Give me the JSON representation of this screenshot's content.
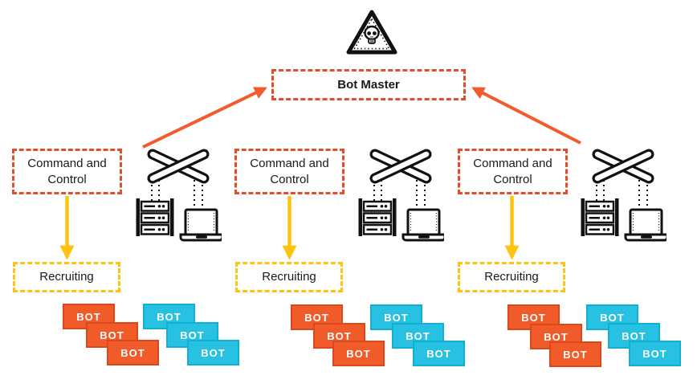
{
  "diagram": {
    "bot_master_label": "Bot Master",
    "bot_label": "BOT",
    "sections": [
      {
        "name": "left",
        "command_control_label": "Command and Control",
        "recruiting_label": "Recruiting"
      },
      {
        "name": "middle",
        "command_control_label": "Command and Control",
        "recruiting_label": "Recruiting"
      },
      {
        "name": "right",
        "command_control_label": "Command and Control",
        "recruiting_label": "Recruiting"
      }
    ],
    "icons": {
      "hazard": "skull-warning-triangle-icon",
      "switch": "network-switch-icon",
      "server": "server-rack-icon",
      "laptop": "laptop-icon"
    },
    "colors": {
      "accent_orange": "#DF4F29",
      "arrow_orange": "#F15B2E",
      "accent_yellow": "#FFC20E",
      "bot_orange": "#F15A29",
      "bot_cyan": "#29C1E2",
      "icon_black": "#111111",
      "background": "#FFFFFF"
    }
  }
}
